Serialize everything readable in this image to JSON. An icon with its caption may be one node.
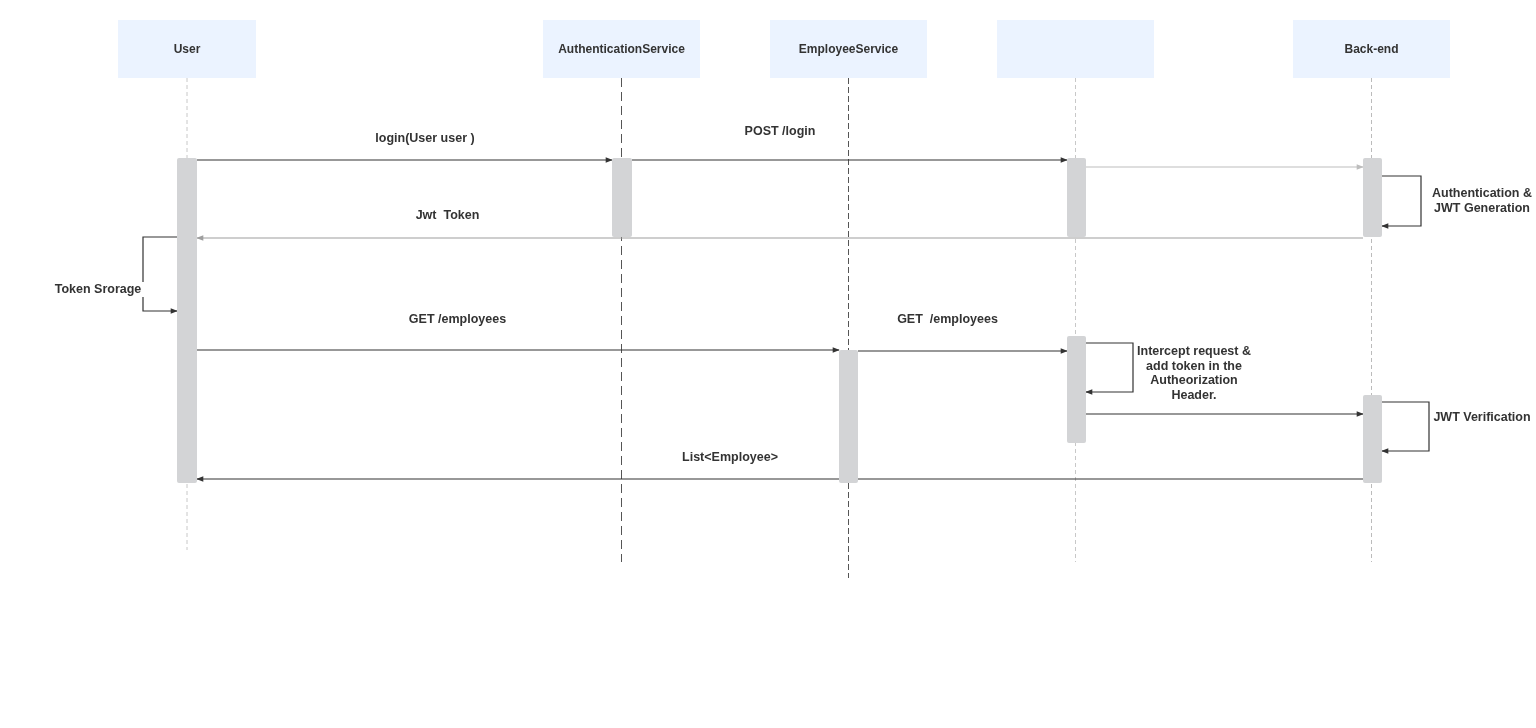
{
  "diagram": {
    "nodes": [
      {
        "text": [
          "User"
        ]
      },
      {
        "text": [
          "AuthenticationService"
        ]
      },
      {
        "text": [
          "EmployeeService"
        ]
      },
      {
        "text": [],
        "shape": "box"
      },
      {
        "text": [
          "Back-end"
        ]
      },
      {
        "text": [],
        "shape": "bar"
      },
      {
        "text": [],
        "shape": "bar"
      },
      {
        "text": [],
        "shape": "bar"
      },
      {
        "text": [],
        "shape": "bar"
      },
      {
        "text": [],
        "shape": "bar"
      },
      {
        "text": [],
        "shape": "bar"
      },
      {
        "text": [],
        "shape": "bar"
      }
    ],
    "edges": [
      {
        "from": 5,
        "to": 6,
        "arrow": "to",
        "label": "login(User user )"
      },
      {
        "from": 6,
        "to": 7,
        "arrow": "to",
        "label": "POST /login"
      },
      {
        "from": 7,
        "to": 8,
        "arrow": "to",
        "color": "#bdbdbd"
      },
      {
        "from": 8,
        "to": 8,
        "arrow": "to",
        "label": "Authentication & JWT Generation"
      },
      {
        "from": 8,
        "to": 5,
        "arrow": "to",
        "label": "Jwt  Token",
        "color": "#9e9e9e"
      },
      {
        "from": 5,
        "to": 5,
        "arrow": "to",
        "label": "Token Srorage"
      },
      {
        "from": 5,
        "to": 9,
        "arrow": "to",
        "label": "GET /employees"
      },
      {
        "from": 9,
        "to": 10,
        "arrow": "to",
        "label": "GET  /employees"
      },
      {
        "from": 10,
        "to": 10,
        "arrow": "to",
        "label": "Intercept request & add token in the Autheorization Header."
      },
      {
        "from": 10,
        "to": 11,
        "arrow": "to"
      },
      {
        "from": 11,
        "to": 11,
        "arrow": "to",
        "label": "JWT Verification"
      },
      {
        "from": 11,
        "to": 5,
        "arrow": "to",
        "label": "List<Employee>"
      }
    ]
  }
}
